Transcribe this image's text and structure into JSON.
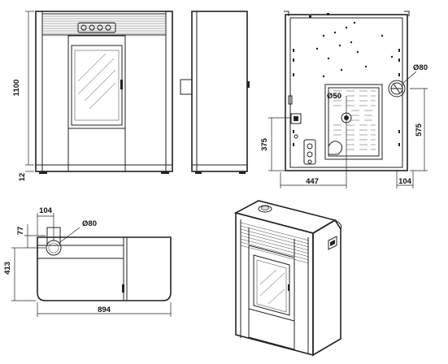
{
  "dimensions": {
    "front_height": "1100",
    "front_base": "12",
    "rear_opening_height": "375",
    "rear_flue_height": "575",
    "rear_width": "447",
    "rear_side_offset": "104",
    "rear_inlet_diameter": "Ø50",
    "rear_flue_diameter": "Ø80",
    "top_flue_offset_x": "104",
    "top_flue_offset_y": "77",
    "top_flue_diameter": "Ø80",
    "top_depth": "413",
    "top_length": "894"
  }
}
